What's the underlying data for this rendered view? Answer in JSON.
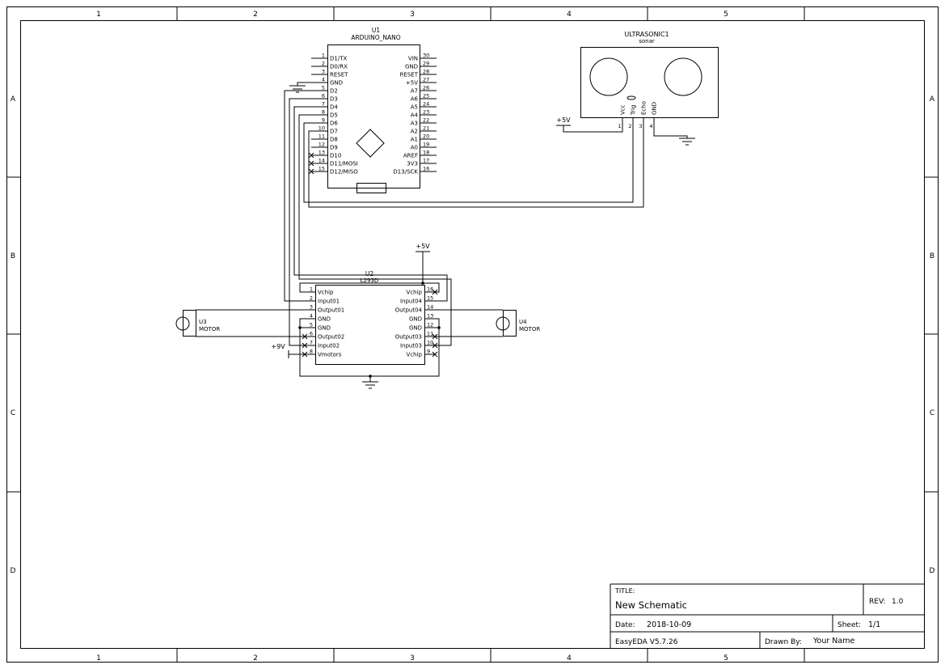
{
  "sheet": {
    "column_labels": [
      "1",
      "2",
      "3",
      "4",
      "5"
    ],
    "row_labels": [
      "A",
      "B",
      "C",
      "D"
    ]
  },
  "nets": {
    "v5": "+5V",
    "v9": "+9V"
  },
  "components": {
    "arduino": {
      "ref": "U1",
      "value": "ARDUINO_NANO",
      "left_pins": [
        {
          "num": "1",
          "name": "D1/TX"
        },
        {
          "num": "2",
          "name": "D0/RX"
        },
        {
          "num": "3",
          "name": "RESET"
        },
        {
          "num": "4",
          "name": "GND"
        },
        {
          "num": "5",
          "name": "D2"
        },
        {
          "num": "6",
          "name": "D3"
        },
        {
          "num": "7",
          "name": "D4"
        },
        {
          "num": "8",
          "name": "D5"
        },
        {
          "num": "9",
          "name": "D6"
        },
        {
          "num": "10",
          "name": "D7"
        },
        {
          "num": "11",
          "name": "D8"
        },
        {
          "num": "12",
          "name": "D9"
        },
        {
          "num": "13",
          "name": "D10",
          "nc": true
        },
        {
          "num": "14",
          "name": "D11/MOSI",
          "nc": true
        },
        {
          "num": "15",
          "name": "D12/MISO",
          "nc": true
        }
      ],
      "right_pins": [
        {
          "num": "30",
          "name": "VIN"
        },
        {
          "num": "29",
          "name": "GND"
        },
        {
          "num": "28",
          "name": "RESET"
        },
        {
          "num": "27",
          "name": "+5V"
        },
        {
          "num": "26",
          "name": "A7"
        },
        {
          "num": "25",
          "name": "A6"
        },
        {
          "num": "24",
          "name": "A5"
        },
        {
          "num": "23",
          "name": "A4"
        },
        {
          "num": "22",
          "name": "A3"
        },
        {
          "num": "21",
          "name": "A2"
        },
        {
          "num": "20",
          "name": "A1"
        },
        {
          "num": "19",
          "name": "A0"
        },
        {
          "num": "18",
          "name": "AREF"
        },
        {
          "num": "17",
          "name": "3V3"
        },
        {
          "num": "16",
          "name": "D13/SCK"
        }
      ]
    },
    "sonar": {
      "ref": "ULTRASONIC1",
      "value": "sonar",
      "pins": [
        {
          "num": "1",
          "name": "Vcc"
        },
        {
          "num": "2",
          "name": "Trig"
        },
        {
          "num": "3",
          "name": "Echo"
        },
        {
          "num": "4",
          "name": "GND"
        }
      ]
    },
    "driver": {
      "ref": "U2",
      "value": "L293D",
      "left_pins": [
        {
          "num": "1",
          "name": "Vchip"
        },
        {
          "num": "2",
          "name": "Input01"
        },
        {
          "num": "3",
          "name": "Output01"
        },
        {
          "num": "4",
          "name": "GND"
        },
        {
          "num": "5",
          "name": "GND"
        },
        {
          "num": "6",
          "name": "Output02",
          "nc": true
        },
        {
          "num": "7",
          "name": "Input02",
          "nc": true
        },
        {
          "num": "8",
          "name": "Vmotors",
          "nc": true
        }
      ],
      "right_pins": [
        {
          "num": "16",
          "name": "Vchip",
          "nc": true
        },
        {
          "num": "15",
          "name": "Input04"
        },
        {
          "num": "14",
          "name": "Output04"
        },
        {
          "num": "13",
          "name": "GND"
        },
        {
          "num": "12",
          "name": "GND"
        },
        {
          "num": "11",
          "name": "Output03",
          "nc": true
        },
        {
          "num": "10",
          "name": "Input03",
          "nc": true
        },
        {
          "num": "9",
          "name": "Vchip",
          "nc": true
        }
      ]
    },
    "motor_left": {
      "ref": "U3",
      "value": "MOTOR"
    },
    "motor_right": {
      "ref": "U4",
      "value": "MOTOR"
    }
  },
  "title_block": {
    "title_label": "TITLE:",
    "title": "New Schematic",
    "rev_label": "REV:",
    "rev": "1.0",
    "date_label": "Date:",
    "date": "2018-10-09",
    "sheet_label": "Sheet:",
    "sheet": "1/1",
    "software": "EasyEDA V5.7.26",
    "drawn_by_label": "Drawn By:",
    "drawn_by": "Your Name"
  }
}
